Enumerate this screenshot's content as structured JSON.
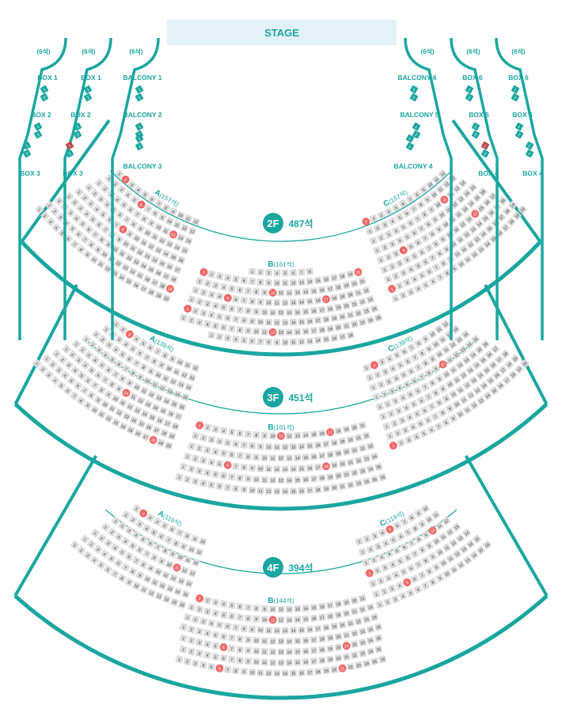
{
  "stage": "STAGE",
  "colors": {
    "teal": "#1aa6a0",
    "seat": "#dcdcdc",
    "reserved": "#f06a6a",
    "stage_bg": "#e3f1f8"
  },
  "boxes": {
    "capacity_label": "(6석)",
    "left": [
      {
        "labels": [
          "BOX 1",
          "BOX 2",
          "BOX 3"
        ]
      },
      {
        "labels": [
          "BOX 1",
          "BOX 2",
          "BOX 3"
        ]
      },
      {
        "labels": [
          "BALCONY 1",
          "BALCONY 2",
          "BALCONY 3"
        ]
      }
    ],
    "right": [
      {
        "labels": [
          "BALCONY 6",
          "BALCONY 5",
          "BALCONY 4"
        ]
      },
      {
        "labels": [
          "BOX 6",
          "BOX 5",
          "BOX 4"
        ]
      },
      {
        "labels": [
          "BOX 6",
          "BOX 5",
          "BOX 4"
        ]
      }
    ]
  },
  "floors": [
    {
      "label": "2F",
      "total": "487석",
      "sections": [
        {
          "name": "A",
          "count": "(157석)",
          "rows": [
            12,
            13,
            14,
            15,
            16,
            17,
            18,
            19,
            20
          ],
          "reserved": [
            [
              0,
              1
            ],
            [
              1,
              5
            ],
            [
              2,
              11
            ],
            [
              4,
              7
            ],
            [
              7,
              18
            ]
          ]
        },
        {
          "name": "B",
          "count": "(161석)",
          "rows": [
            8,
            20,
            21,
            22,
            23,
            24,
            25,
            18
          ],
          "reserved": [
            [
              1,
              0
            ],
            [
              1,
              19
            ],
            [
              2,
              9
            ],
            [
              3,
              4
            ],
            [
              3,
              16
            ],
            [
              5,
              0
            ],
            [
              5,
              24
            ],
            [
              6,
              11
            ]
          ]
        },
        {
          "name": "C",
          "count": "(157석)",
          "rows": [
            12,
            13,
            14,
            15,
            16,
            17,
            18,
            19,
            20
          ],
          "reserved": [
            [
              0,
              0
            ],
            [
              2,
              10
            ],
            [
              4,
              3
            ],
            [
              5,
              13
            ],
            [
              7,
              0
            ]
          ]
        }
      ]
    },
    {
      "label": "3F",
      "total": "451석",
      "sections": [
        {
          "name": "A",
          "count": "(139석)",
          "rows": [
            12,
            13,
            14,
            15,
            16,
            17,
            18,
            19,
            20
          ],
          "reserved": [
            [
              0,
              2
            ],
            [
              2,
              14
            ],
            [
              5,
              9
            ],
            [
              8,
              17
            ]
          ]
        },
        {
          "name": "B",
          "count": "(161석)",
          "rows": [
            21,
            22,
            23,
            24,
            25,
            26
          ],
          "reserved": [
            [
              0,
              0
            ],
            [
              0,
              10
            ],
            [
              0,
              16
            ],
            [
              3,
              5
            ],
            [
              3,
              17
            ]
          ]
        },
        {
          "name": "C",
          "count": "(139석)",
          "rows": [
            12,
            13,
            14,
            15,
            16,
            17,
            18,
            19,
            20
          ],
          "reserved": [
            [
              0,
              1
            ],
            [
              3,
              9
            ],
            [
              8,
              0
            ]
          ]
        }
      ]
    },
    {
      "label": "4F",
      "total": "394석",
      "sections": [
        {
          "name": "A",
          "count": "(119석)",
          "rows": [
            10,
            11,
            12,
            13,
            14,
            15,
            16
          ],
          "reserved": [
            [
              0,
              1
            ],
            [
              2,
              13
            ],
            [
              3,
              10
            ],
            [
              6,
              16
            ]
          ]
        },
        {
          "name": "B",
          "count": "(144석)",
          "rows": [
            21,
            23,
            24,
            25,
            25,
            25,
            26
          ],
          "reserved": [
            [
              0,
              0
            ],
            [
              1,
              10
            ],
            [
              4,
              5
            ],
            [
              4,
              20
            ],
            [
              6,
              5
            ],
            [
              6,
              20
            ]
          ]
        },
        {
          "name": "C",
          "count": "(119석)",
          "rows": [
            10,
            11,
            12,
            13,
            14,
            15,
            16
          ],
          "reserved": [
            [
              0,
              4
            ],
            [
              2,
              9
            ],
            [
              3,
              0
            ],
            [
              5,
              4
            ]
          ]
        }
      ]
    }
  ]
}
